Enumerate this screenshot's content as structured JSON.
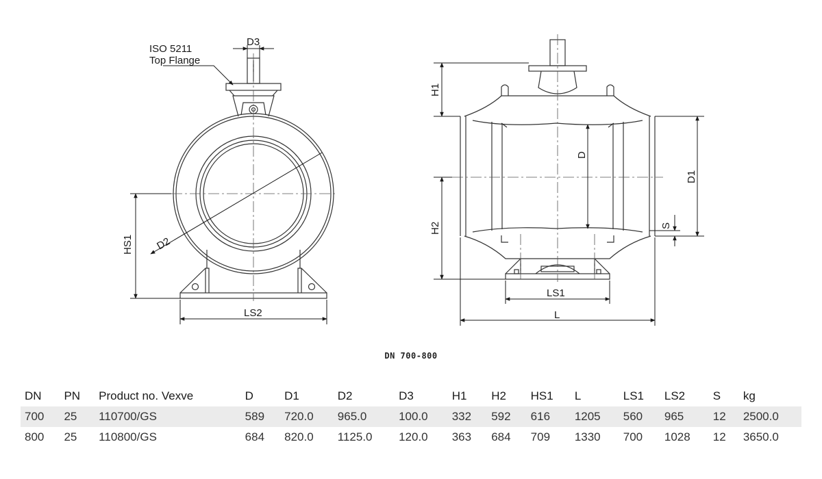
{
  "drawing": {
    "front_labels": {
      "flange_std": "ISO 5211",
      "flange_name": "Top Flange",
      "d3": "D3",
      "d2": "D2",
      "hs1": "HS1",
      "ls2": "LS2"
    },
    "side_labels": {
      "h1": "H1",
      "d": "D",
      "d1": "D1",
      "h2": "H2",
      "s": "S",
      "ls1": "LS1",
      "l": "L"
    }
  },
  "caption": "DN 700-800",
  "table": {
    "headers": [
      "DN",
      "PN",
      "Product no. Vexve",
      "D",
      "D1",
      "D2",
      "D3",
      "H1",
      "H2",
      "HS1",
      "L",
      "LS1",
      "LS2",
      "S",
      "kg"
    ],
    "rows": [
      [
        "700",
        "25",
        "110700/GS",
        "589",
        "720.0",
        "965.0",
        "100.0",
        "332",
        "592",
        "616",
        "1205",
        "560",
        "965",
        "12",
        "2500.0"
      ],
      [
        "800",
        "25",
        "110800/GS",
        "684",
        "820.0",
        "1125.0",
        "120.0",
        "363",
        "684",
        "709",
        "1330",
        "700",
        "1028",
        "12",
        "3650.0"
      ]
    ]
  }
}
